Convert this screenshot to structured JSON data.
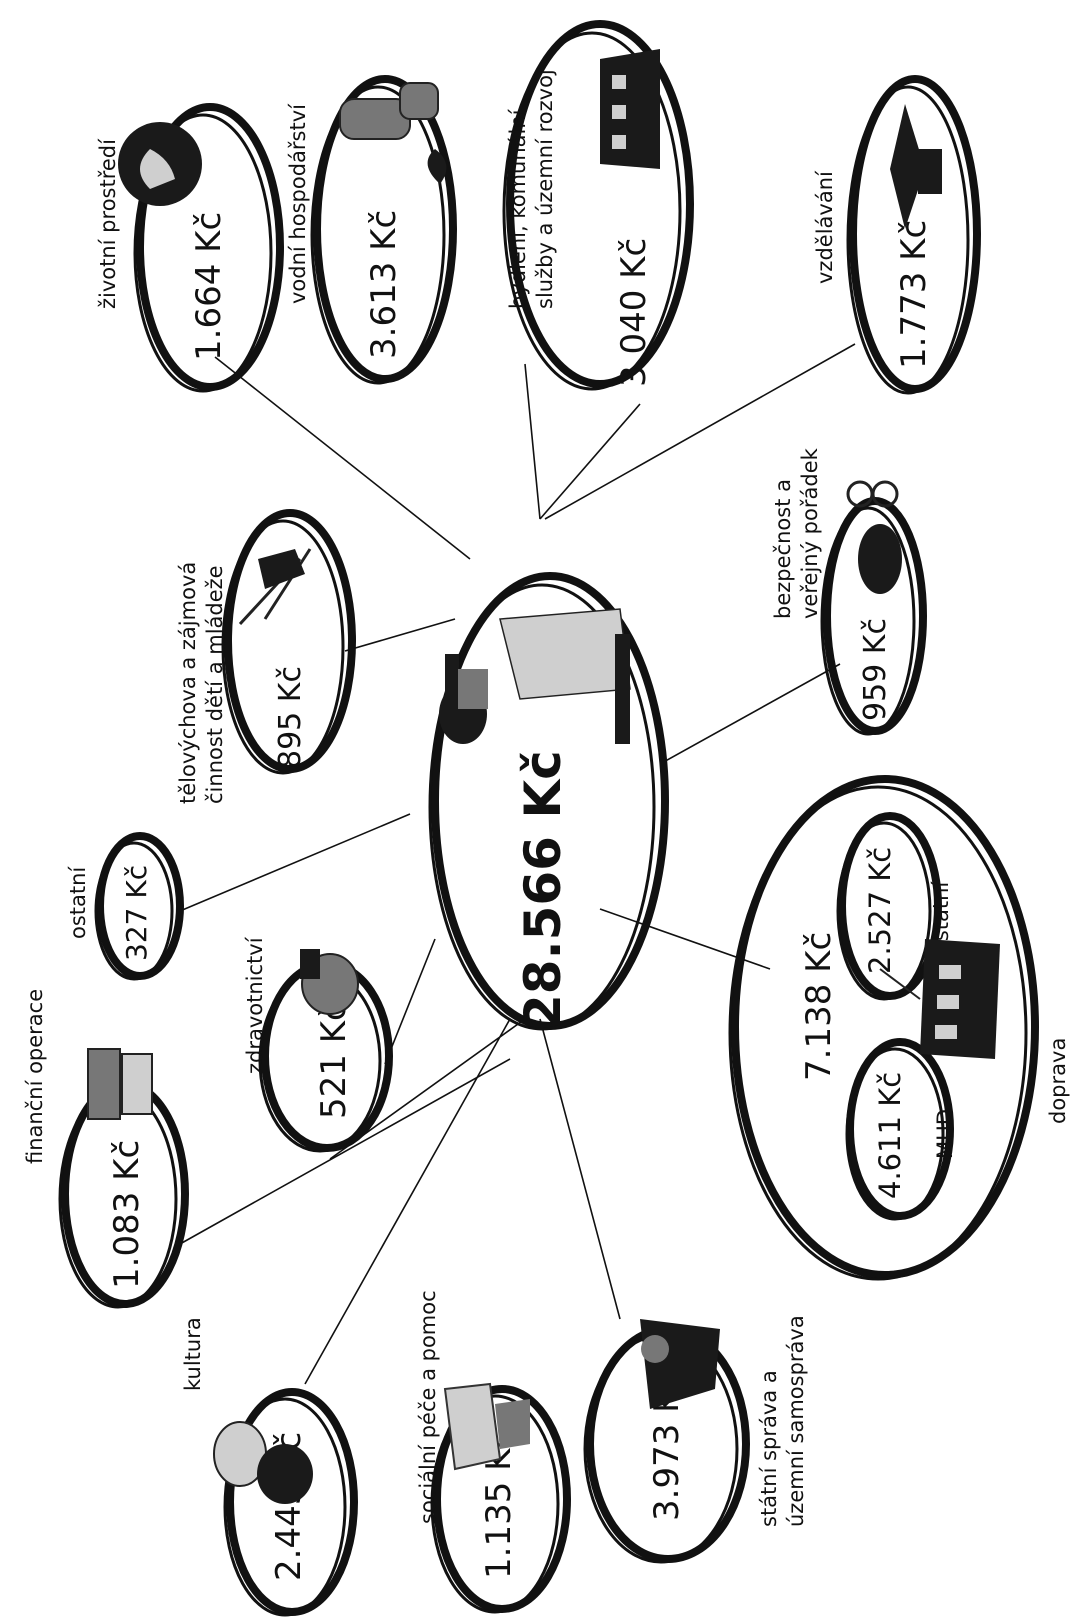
{
  "total": {
    "amount": "28.566 Kč"
  },
  "categories": [
    {
      "label": "kultura",
      "amount": "2.445 Kč",
      "icon": "theatre-masks-icon"
    },
    {
      "label": "sociální péče a pomoc",
      "amount": "1.135 Kč",
      "icon": "helping-hands-icon"
    },
    {
      "label_lines": [
        "státní správa a",
        "územní samospráva"
      ],
      "amount": "3.973 Kč",
      "icon": "official-at-desk-icon"
    },
    {
      "label": "finanční operace",
      "amount": "1.083 Kč",
      "icon": "money-stacks-icon"
    },
    {
      "label": "zdravotnictví",
      "amount": "521 Kč",
      "icon": "medical-bag-icon"
    },
    {
      "label": "ostatní",
      "amount": "327 Kč"
    },
    {
      "label_lines": [
        "tělovýchova a zájmová",
        "činnost dětí a mládeže"
      ],
      "amount": "895 Kč",
      "icon": "skier-icon"
    },
    {
      "label": "životní prostředí",
      "amount": "1.664 Kč",
      "icon": "globe-icon"
    },
    {
      "label": "vodní hospodářství",
      "amount": "3.613 Kč",
      "icon": "water-tap-icon"
    },
    {
      "label_lines": [
        "bydlení, komunální",
        "služby a územní rozvoj"
      ],
      "amount": "3.040 Kč",
      "icon": "building-icon"
    },
    {
      "label": "vzdělávání",
      "amount": "1.773 Kč",
      "icon": "graduation-cap-icon"
    },
    {
      "label_lines": [
        "bezpečnost a",
        "veřejný pořádek"
      ],
      "amount": "959 Kč",
      "icon": "police-cap-handcuffs-icon"
    }
  ],
  "transport": {
    "label": "doprava",
    "amount": "7.138 Kč",
    "icon": "tram-icon",
    "sub": [
      {
        "label": "MHD",
        "amount": "4.611 Kč"
      },
      {
        "label": "ostatní",
        "amount": "2.527 Kč"
      }
    ]
  }
}
